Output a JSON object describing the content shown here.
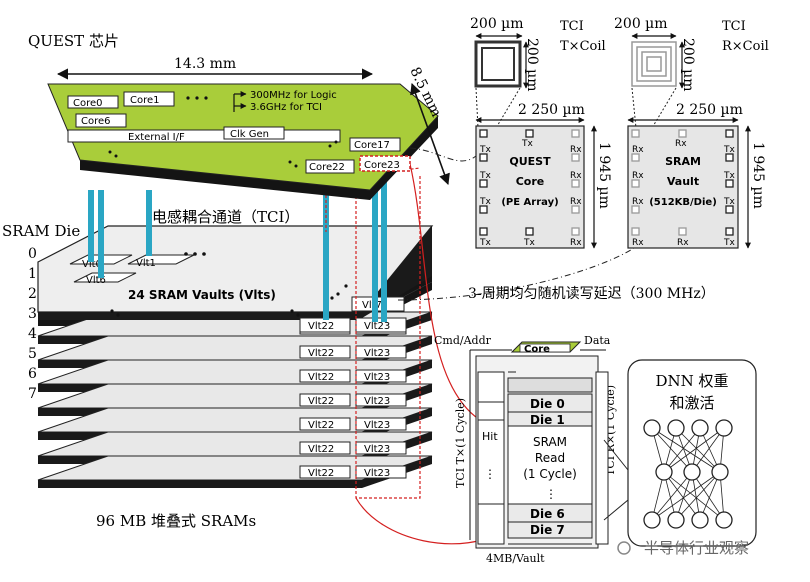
{
  "chip": {
    "title": "QUEST 芯片",
    "width_label": "14.3 mm",
    "depth_label": "8.5 mm",
    "cores": [
      "Core0",
      "Core1",
      "Core6",
      "Core17",
      "Core22",
      "Core23"
    ],
    "logic_clock": "300MHz for Logic",
    "tci_clock": "3.6GHz for TCI",
    "external_if": "External I/F",
    "clk_gen": "Clk Gen"
  },
  "tci_channel_label": "电感耦合通道（TCI）",
  "sram_stack": {
    "title": "SRAM Die",
    "die_numbers": [
      "0",
      "1",
      "2",
      "3",
      "4",
      "5",
      "6",
      "7"
    ],
    "vault_summary": "24 SRAM Vaults (Vlts)",
    "vaults": [
      "Vlt0",
      "Vlt1",
      "Vlt6",
      "Vlt7",
      "Vlt22",
      "Vlt23"
    ],
    "repeated_vaults": [
      "Vlt22",
      "Vlt23"
    ],
    "caption": "96 MB 堆叠式 SRAMs"
  },
  "coil_tx": {
    "size": "200 µm",
    "name": "TCI",
    "kind": "T×Coil"
  },
  "coil_rx": {
    "size": "200 µm",
    "name": "TCI",
    "kind": "R×Coil"
  },
  "core_die": {
    "width": "2 250 µm",
    "height": "1 945 µm",
    "l1": "QUEST",
    "l2": "Core",
    "l3": "(PE Array)",
    "tx": "Tx",
    "rx": "Rx"
  },
  "vault_die": {
    "width": "2 250 µm",
    "height": "1 945 µm",
    "l1": "SRAM",
    "l2": "Vault",
    "l3": "(512KB/Die)",
    "tx": "Tx",
    "rx": "Rx"
  },
  "latency_caption": "3-周期均匀随机读写延迟（300 MHz）",
  "access": {
    "cmd": "Cmd/Addr",
    "data": "Data",
    "core": "Core",
    "tx_label": "TCI T×(1 Cycle)",
    "rx_label": "TCI R×(1 Cycle)",
    "hit": "Hit",
    "dies_top": [
      "Die 0",
      "Die 1"
    ],
    "sram_read": [
      "SRAM",
      "Read",
      "(1 Cycle)"
    ],
    "dies_bottom": [
      "Die 6",
      "Die 7"
    ],
    "vault_size": "4MB/Vault"
  },
  "dnn": {
    "title": "DNN 权重",
    "subtitle": "和激活"
  },
  "watermark": "半导体行业观察",
  "colors": {
    "chip_green": "#a9cd3a",
    "tci_blue": "#2aa6c4",
    "red_dashed": "#d42020"
  }
}
